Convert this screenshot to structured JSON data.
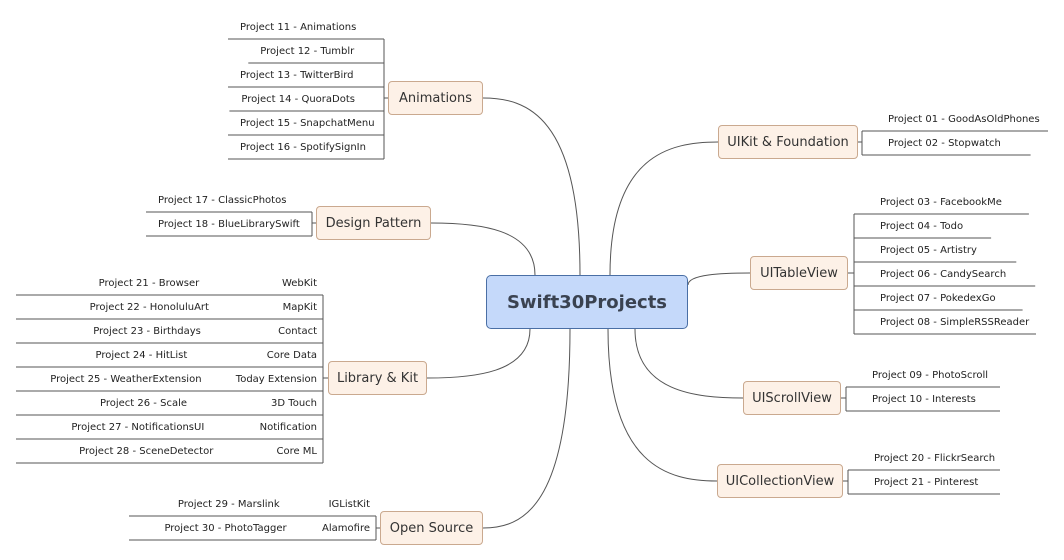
{
  "root": {
    "label": "Swift30Projects"
  },
  "branches": {
    "animations": {
      "label": "Animations",
      "items": [
        {
          "title": "Project 11 - Animations"
        },
        {
          "title": "Project 12 - Tumblr"
        },
        {
          "title": "Project 13 - TwitterBird"
        },
        {
          "title": "Project 14 - QuoraDots"
        },
        {
          "title": "Project 15 - SnapchatMenu"
        },
        {
          "title": "Project 16 - SpotifySignIn"
        }
      ]
    },
    "design_pattern": {
      "label": "Design Pattern",
      "items": [
        {
          "title": "Project 17 - ClassicPhotos"
        },
        {
          "title": "Project 18 - BlueLibrarySwift"
        }
      ]
    },
    "library_kit": {
      "label": "Library & Kit",
      "items": [
        {
          "title": "Project 21 - Browser",
          "kit": "WebKit"
        },
        {
          "title": "Project 22 - HonoluluArt",
          "kit": "MapKit"
        },
        {
          "title": "Project 23 - Birthdays",
          "kit": "Contact"
        },
        {
          "title": "Project 24 - HitList",
          "kit": "Core Data"
        },
        {
          "title": "Project 25 - WeatherExtension",
          "kit": "Today Extension"
        },
        {
          "title": "Project 26 - Scale",
          "kit": "3D Touch"
        },
        {
          "title": "Project 27 - NotificationsUI",
          "kit": "Notification"
        },
        {
          "title": "Project 28 - SceneDetector",
          "kit": "Core ML"
        }
      ]
    },
    "open_source": {
      "label": "Open Source",
      "items": [
        {
          "title": "Project 29 - Marslink",
          "kit": "IGListKit"
        },
        {
          "title": "Project 30 - PhotoTagger",
          "kit": "Alamofire"
        }
      ]
    },
    "uikit_foundation": {
      "label": "UIKit & Foundation",
      "items": [
        {
          "title": "Project 01 - GoodAsOldPhones"
        },
        {
          "title": "Project 02 - Stopwatch"
        }
      ]
    },
    "uitableview": {
      "label": "UITableView",
      "items": [
        {
          "title": "Project 03 - FacebookMe"
        },
        {
          "title": "Project 04 - Todo"
        },
        {
          "title": "Project 05 - Artistry"
        },
        {
          "title": "Project 06 - CandySearch"
        },
        {
          "title": "Project 07 - PokedexGo"
        },
        {
          "title": "Project 08 - SimpleRSSReader"
        }
      ]
    },
    "uiscrollview": {
      "label": "UIScrollView",
      "items": [
        {
          "title": "Project 09 - PhotoScroll"
        },
        {
          "title": "Project 10 - Interests"
        }
      ]
    },
    "uicollectionview": {
      "label": "UICollectionView",
      "items": [
        {
          "title": "Project 20 - FlickrSearch"
        },
        {
          "title": "Project  21 - Pinterest"
        }
      ]
    }
  },
  "colors": {
    "root_fill": "#c5d9fa",
    "root_border": "#4a6fa5",
    "branch_fill": "#fdf1e7",
    "branch_border": "#caa98f",
    "line": "#555555"
  }
}
